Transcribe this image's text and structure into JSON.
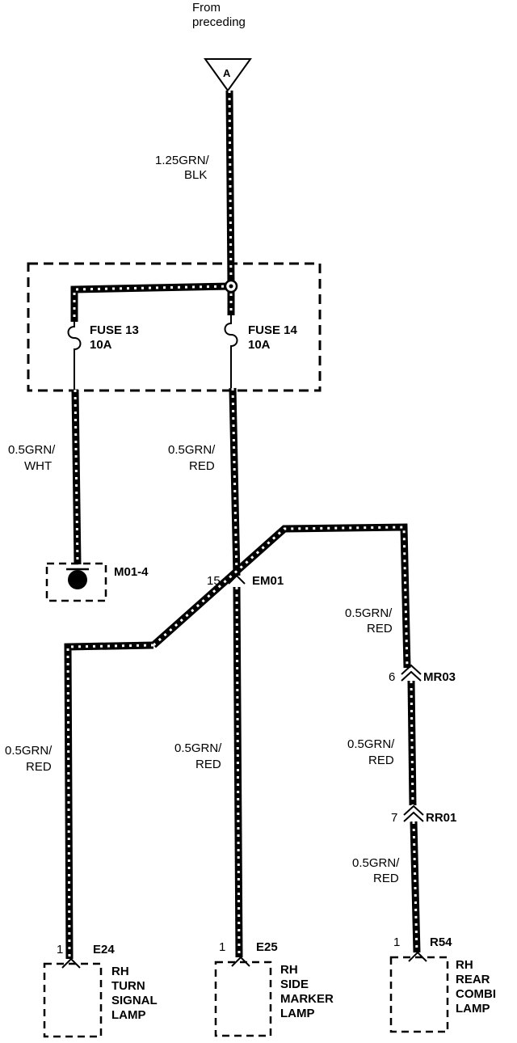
{
  "source": {
    "line1": "From",
    "line2": "preceding",
    "connector": "A"
  },
  "wire_top": {
    "line1": "1.25GRN/",
    "line2": "BLK"
  },
  "fuse13": {
    "name": "FUSE 13",
    "rating": "10A"
  },
  "fuse14": {
    "name": "FUSE 14",
    "rating": "10A"
  },
  "wire_fuse13_out": {
    "line1": "0.5GRN/",
    "line2": "WHT"
  },
  "wire_fuse14_out": {
    "line1": "0.5GRN/",
    "line2": "RED"
  },
  "ground_connector": "M01-4",
  "em01": {
    "pin": "15",
    "name": "EM01"
  },
  "wire_left": {
    "line1": "0.5GRN/",
    "line2": "RED"
  },
  "wire_mid": {
    "line1": "0.5GRN/",
    "line2": "RED"
  },
  "wire_right_1": {
    "line1": "0.5GRN/",
    "line2": "RED"
  },
  "mr03": {
    "pin": "6",
    "name": "MR03"
  },
  "wire_right_2": {
    "line1": "0.5GRN/",
    "line2": "RED"
  },
  "rr01": {
    "pin": "7",
    "name": "RR01"
  },
  "wire_right_3": {
    "line1": "0.5GRN/",
    "line2": "RED"
  },
  "lamps": [
    {
      "pin": "1",
      "connector": "E24",
      "line1": "RH",
      "line2": "TURN",
      "line3": "SIGNAL",
      "line4": "LAMP"
    },
    {
      "pin": "1",
      "connector": "E25",
      "line1": "RH",
      "line2": "SIDE",
      "line3": "MARKER",
      "line4": "LAMP"
    },
    {
      "pin": "1",
      "connector": "R54",
      "line1": "RH",
      "line2": "REAR",
      "line3": "COMBI",
      "line4": "LAMP"
    }
  ],
  "colors": {
    "ink": "#000000",
    "background": "#ffffff"
  }
}
